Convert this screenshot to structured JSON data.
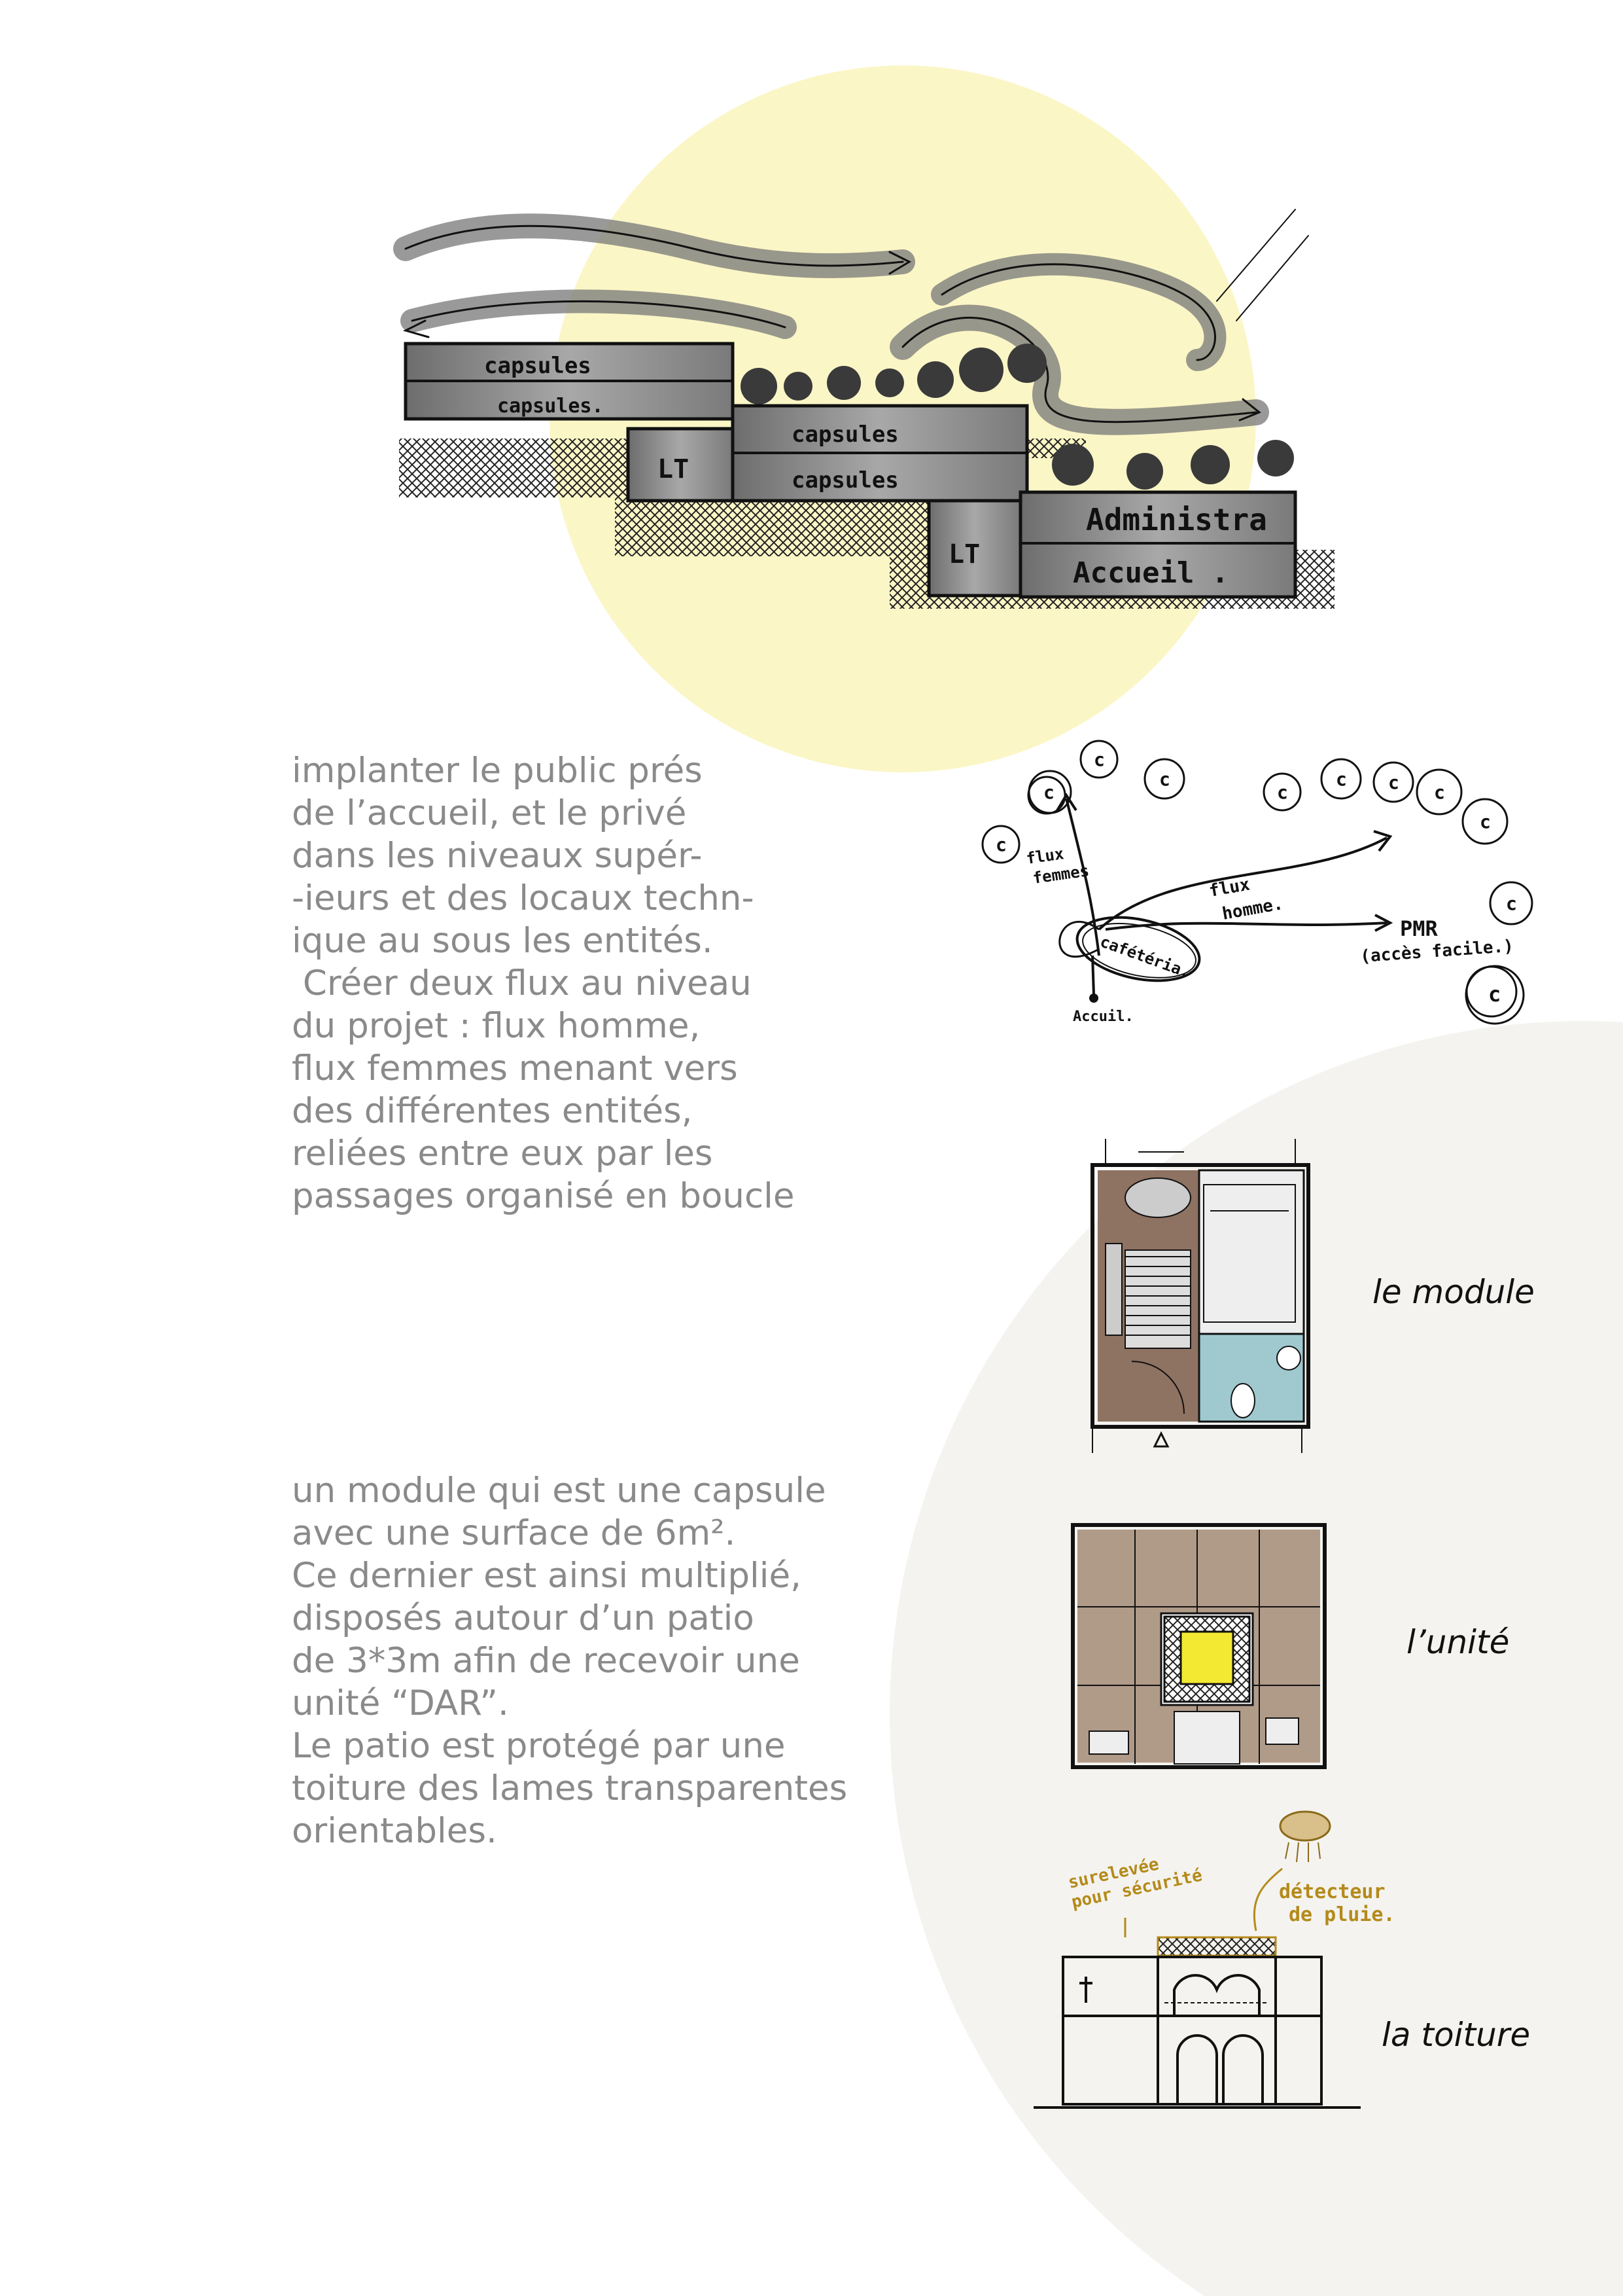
{
  "section_sketch": {
    "capsule_labels": [
      "capsules",
      "capsules.",
      "capsules",
      "capsules"
    ],
    "lt_labels": [
      "LT",
      "LT"
    ],
    "admin_label": "Administra",
    "accueil_label": "Accueil ."
  },
  "text_block_1": "implanter le public prés\nde l’accueil, et le privé\ndans les niveaux supér-\n-ieurs et des locaux techn-\nique au sous les entités.\n Créer deux flux au niveau\ndu projet : flux homme,\nflux femmes menant vers\ndes différentes entités,\nreliées entre eux par les\npassages organisé en boucle",
  "flux_diagram": {
    "capsule_letter": "c",
    "flux_femmes": [
      "flux",
      "femmes"
    ],
    "flux_homme": [
      "flux",
      "homme."
    ],
    "pmr": [
      "PMR",
      "(accès facile.)"
    ],
    "cafeteria": "cafétéria.",
    "accueil": "Accuil."
  },
  "text_block_2": "un module qui est une capsule\navec une surface de 6m².\nCe dernier est ainsi multiplié,\ndisposés autour d’un patio\nde 3*3m afin de recevoir une\nunité “DAR”.\nLe patio est protégé par une\ntoiture des lames transparentes\norientables.",
  "captions": {
    "module": "le module",
    "unite": "l’unité",
    "toiture": "la toiture"
  },
  "toiture_notes": {
    "sureleve": [
      "surelevée",
      "pour sécurité"
    ],
    "detecteur": [
      "détecteur",
      "de pluie."
    ]
  },
  "colors": {
    "sun": "#fbf6c6",
    "background_circle": "#f4f3ef",
    "body_text": "#8a8a8a",
    "floor_brown": "#8e7262",
    "bathroom_blue": "#9fc9cf",
    "patio_yellow": "#f3e832",
    "annotation_gold": "#b48a1a"
  }
}
